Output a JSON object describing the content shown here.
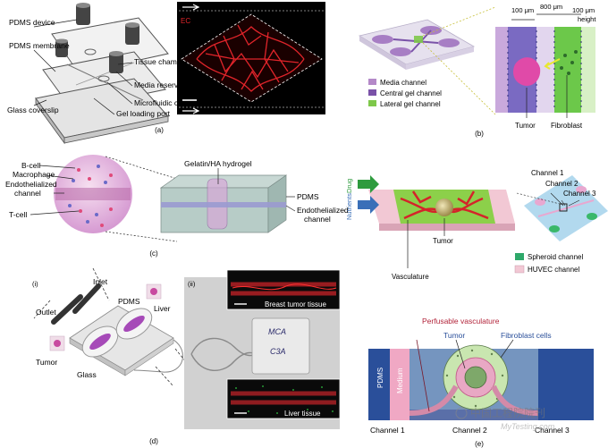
{
  "colors": {
    "ec_red": "#e0242a",
    "media_channel": "#b489c8",
    "central_gel": "#7a52a8",
    "lateral_gel": "#7ec84a",
    "spheroid_channel": "#2ea86a",
    "huvec_channel": "#f2c8d4",
    "pdms_blue": "#2a4f9a",
    "medium_pink": "#f0a8c4",
    "drug_green": "#2e9b3e",
    "nutrient_blue": "#3a6fb8"
  },
  "panel_a": {
    "caption": "(a)",
    "labels": {
      "pdms_device": "PDMS device",
      "pdms_membrane": "PDMS membrane",
      "glass_coverslip": "Glass coverslip",
      "tissue_chamber": "Tissue chamber",
      "media_reservoir": "Media reservoir",
      "microfluidic_channel": "Microfluidic channel",
      "gel_loading_port": "Gel loading port"
    },
    "ec_label": "EC"
  },
  "panel_b": {
    "caption": "(b)",
    "legend": [
      "Media channel",
      "Central gel channel",
      "Lateral gel channel"
    ],
    "dim_100a": "100 μm",
    "dim_800": "800 μm",
    "dim_100b": "100 μm",
    "height": "height",
    "tumor": "Tumor",
    "fibroblast": "Fibroblast"
  },
  "panel_c": {
    "caption": "(c)",
    "left_labels": [
      "B-cell",
      "Macrophage",
      "Endothelialized",
      "channel",
      "T-cell"
    ],
    "hydrogel": "Gelatin/HA hydrogel",
    "pdms": "PDMS",
    "endo_channel": [
      "Endothelialized",
      "channel"
    ]
  },
  "panel_d": {
    "caption": "(d)",
    "sub_i": "(i)",
    "sub_ii": "(ii)",
    "inlet": "Inlet",
    "pdms": "PDMS",
    "outlet": "Outlet",
    "liver": "Liver",
    "tumor": "Tumor",
    "glass": "Glass",
    "breast_tissue": "Breast tumor tissue",
    "liver_tissue": "Liver tissue",
    "handwriting_1": "MCA",
    "handwriting_2": "C3A"
  },
  "panel_e_top": {
    "drug": "Drug",
    "nutrients": "Nutrients",
    "tumor": "Tumor",
    "vasculature": "Vasculature",
    "channel_1": "Channel 1",
    "channel_2": "Channel 2",
    "channel_3": "Channel 3",
    "legend": [
      "Spheroid channel",
      "HUVEC channel"
    ]
  },
  "panel_e_bottom": {
    "caption": "(e)",
    "perfusable": "Perfusable vasculature",
    "tumor": "Tumor",
    "fibroblast_cells": "Fibroblast cells",
    "pdms": "PDMS",
    "medium": "Medium",
    "channel_1": "Channel 1",
    "channel_2": "Channel 2",
    "channel_3": "Channel 3",
    "watermark_1": "中国工程院院刊",
    "watermark_2": "MyTesting.com"
  }
}
